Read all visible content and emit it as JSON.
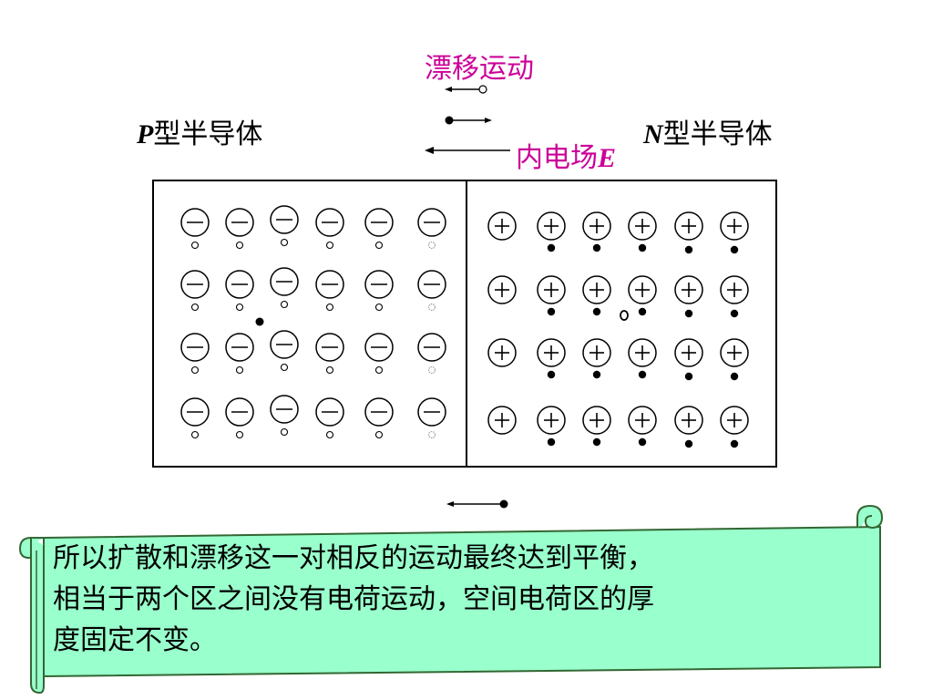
{
  "labels": {
    "drift": "漂移运动",
    "p_type_letter": "P",
    "p_type_text": "型半导体",
    "n_type_letter": "N",
    "n_type_text": "型半导体",
    "field_text": "内电场",
    "field_letter": "E"
  },
  "symbols": {
    "negative_ion": "—",
    "positive_ion": "+"
  },
  "scroll": {
    "line1": "所以扩散和漂移这一对相反的运动最终达到平衡，",
    "line2": "相当于两个区之间没有电荷运动，空间电荷区的厚",
    "line3": "度固定不变。"
  },
  "colors": {
    "accent": "#cc0099",
    "scroll_fill": "#99ffcc",
    "scroll_stroke": "#336633",
    "ion_stroke": "#000000"
  },
  "regions": {
    "p_region": {
      "rows": 4,
      "cols": 6,
      "ion": "negative",
      "carrier": "hole"
    },
    "n_region": {
      "rows": 4,
      "cols": 6,
      "ion": "positive",
      "carrier": "electron"
    }
  }
}
